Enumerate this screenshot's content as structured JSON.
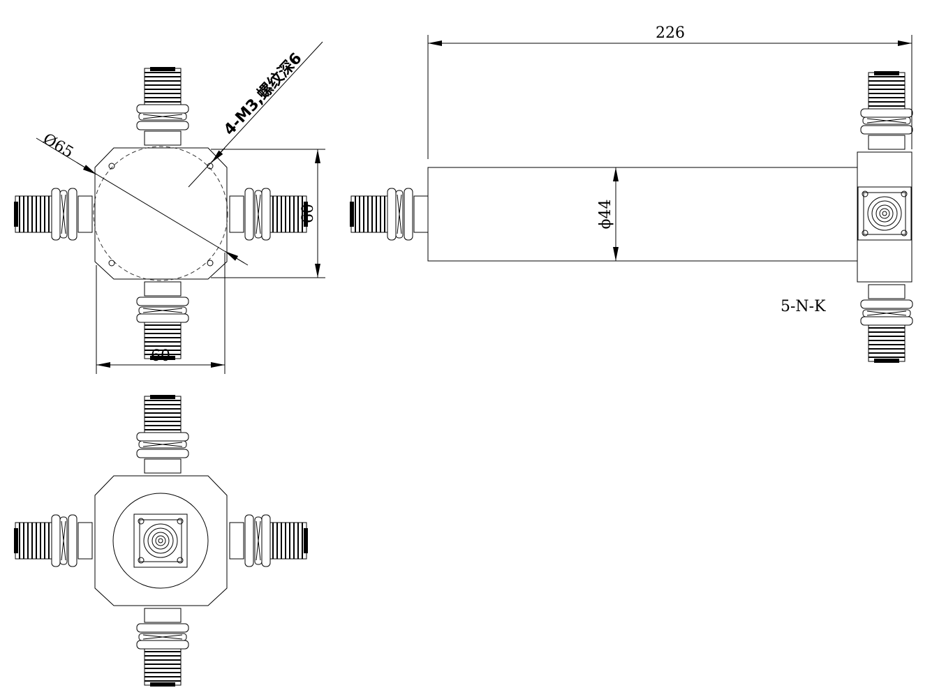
{
  "dimensions": {
    "length": "226",
    "body_diameter": "ϕ44",
    "flange_diameter": "Ø65",
    "width": "60",
    "height": "60"
  },
  "annotations": {
    "thread_note": "4-M3,螺纹深6",
    "connector_type": "5-N-K"
  }
}
